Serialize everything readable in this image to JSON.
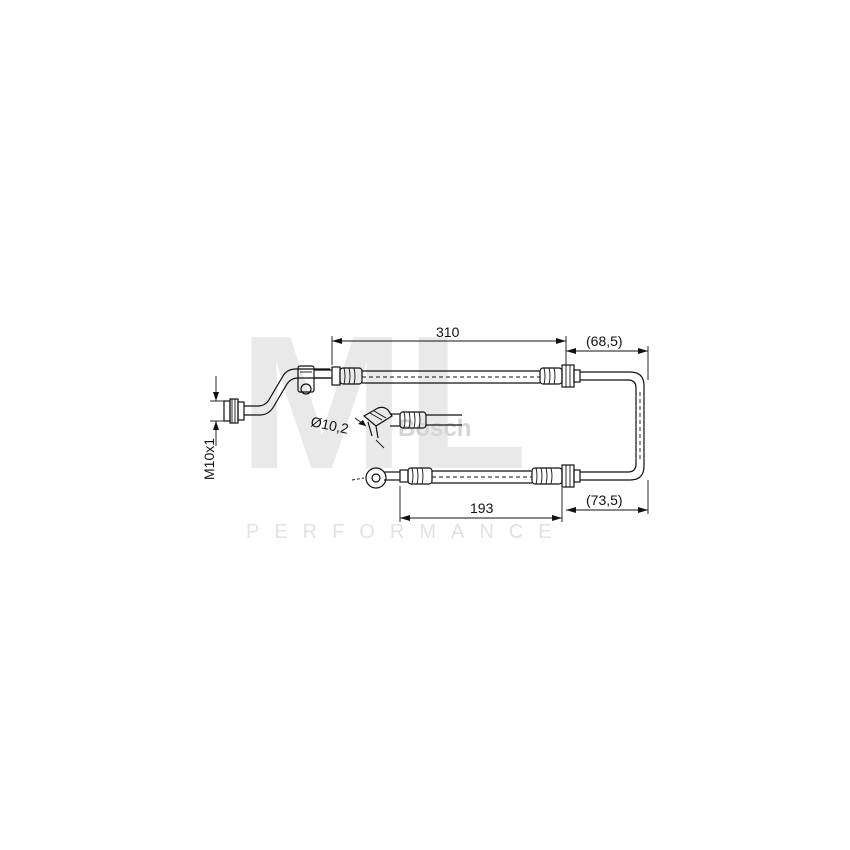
{
  "watermark": {
    "logo_text": "ML",
    "subtitle": "PERFORMANCE",
    "brand": "Bosch"
  },
  "dimensions": {
    "length_top": "310",
    "offset_top": "(68,5)",
    "length_bottom": "193",
    "offset_bottom": "(73,5)",
    "thread": "M10x1",
    "diameter": "Ø10,2"
  },
  "colors": {
    "line": "#111111",
    "watermark": "#e9e9e9",
    "background": "#ffffff"
  }
}
